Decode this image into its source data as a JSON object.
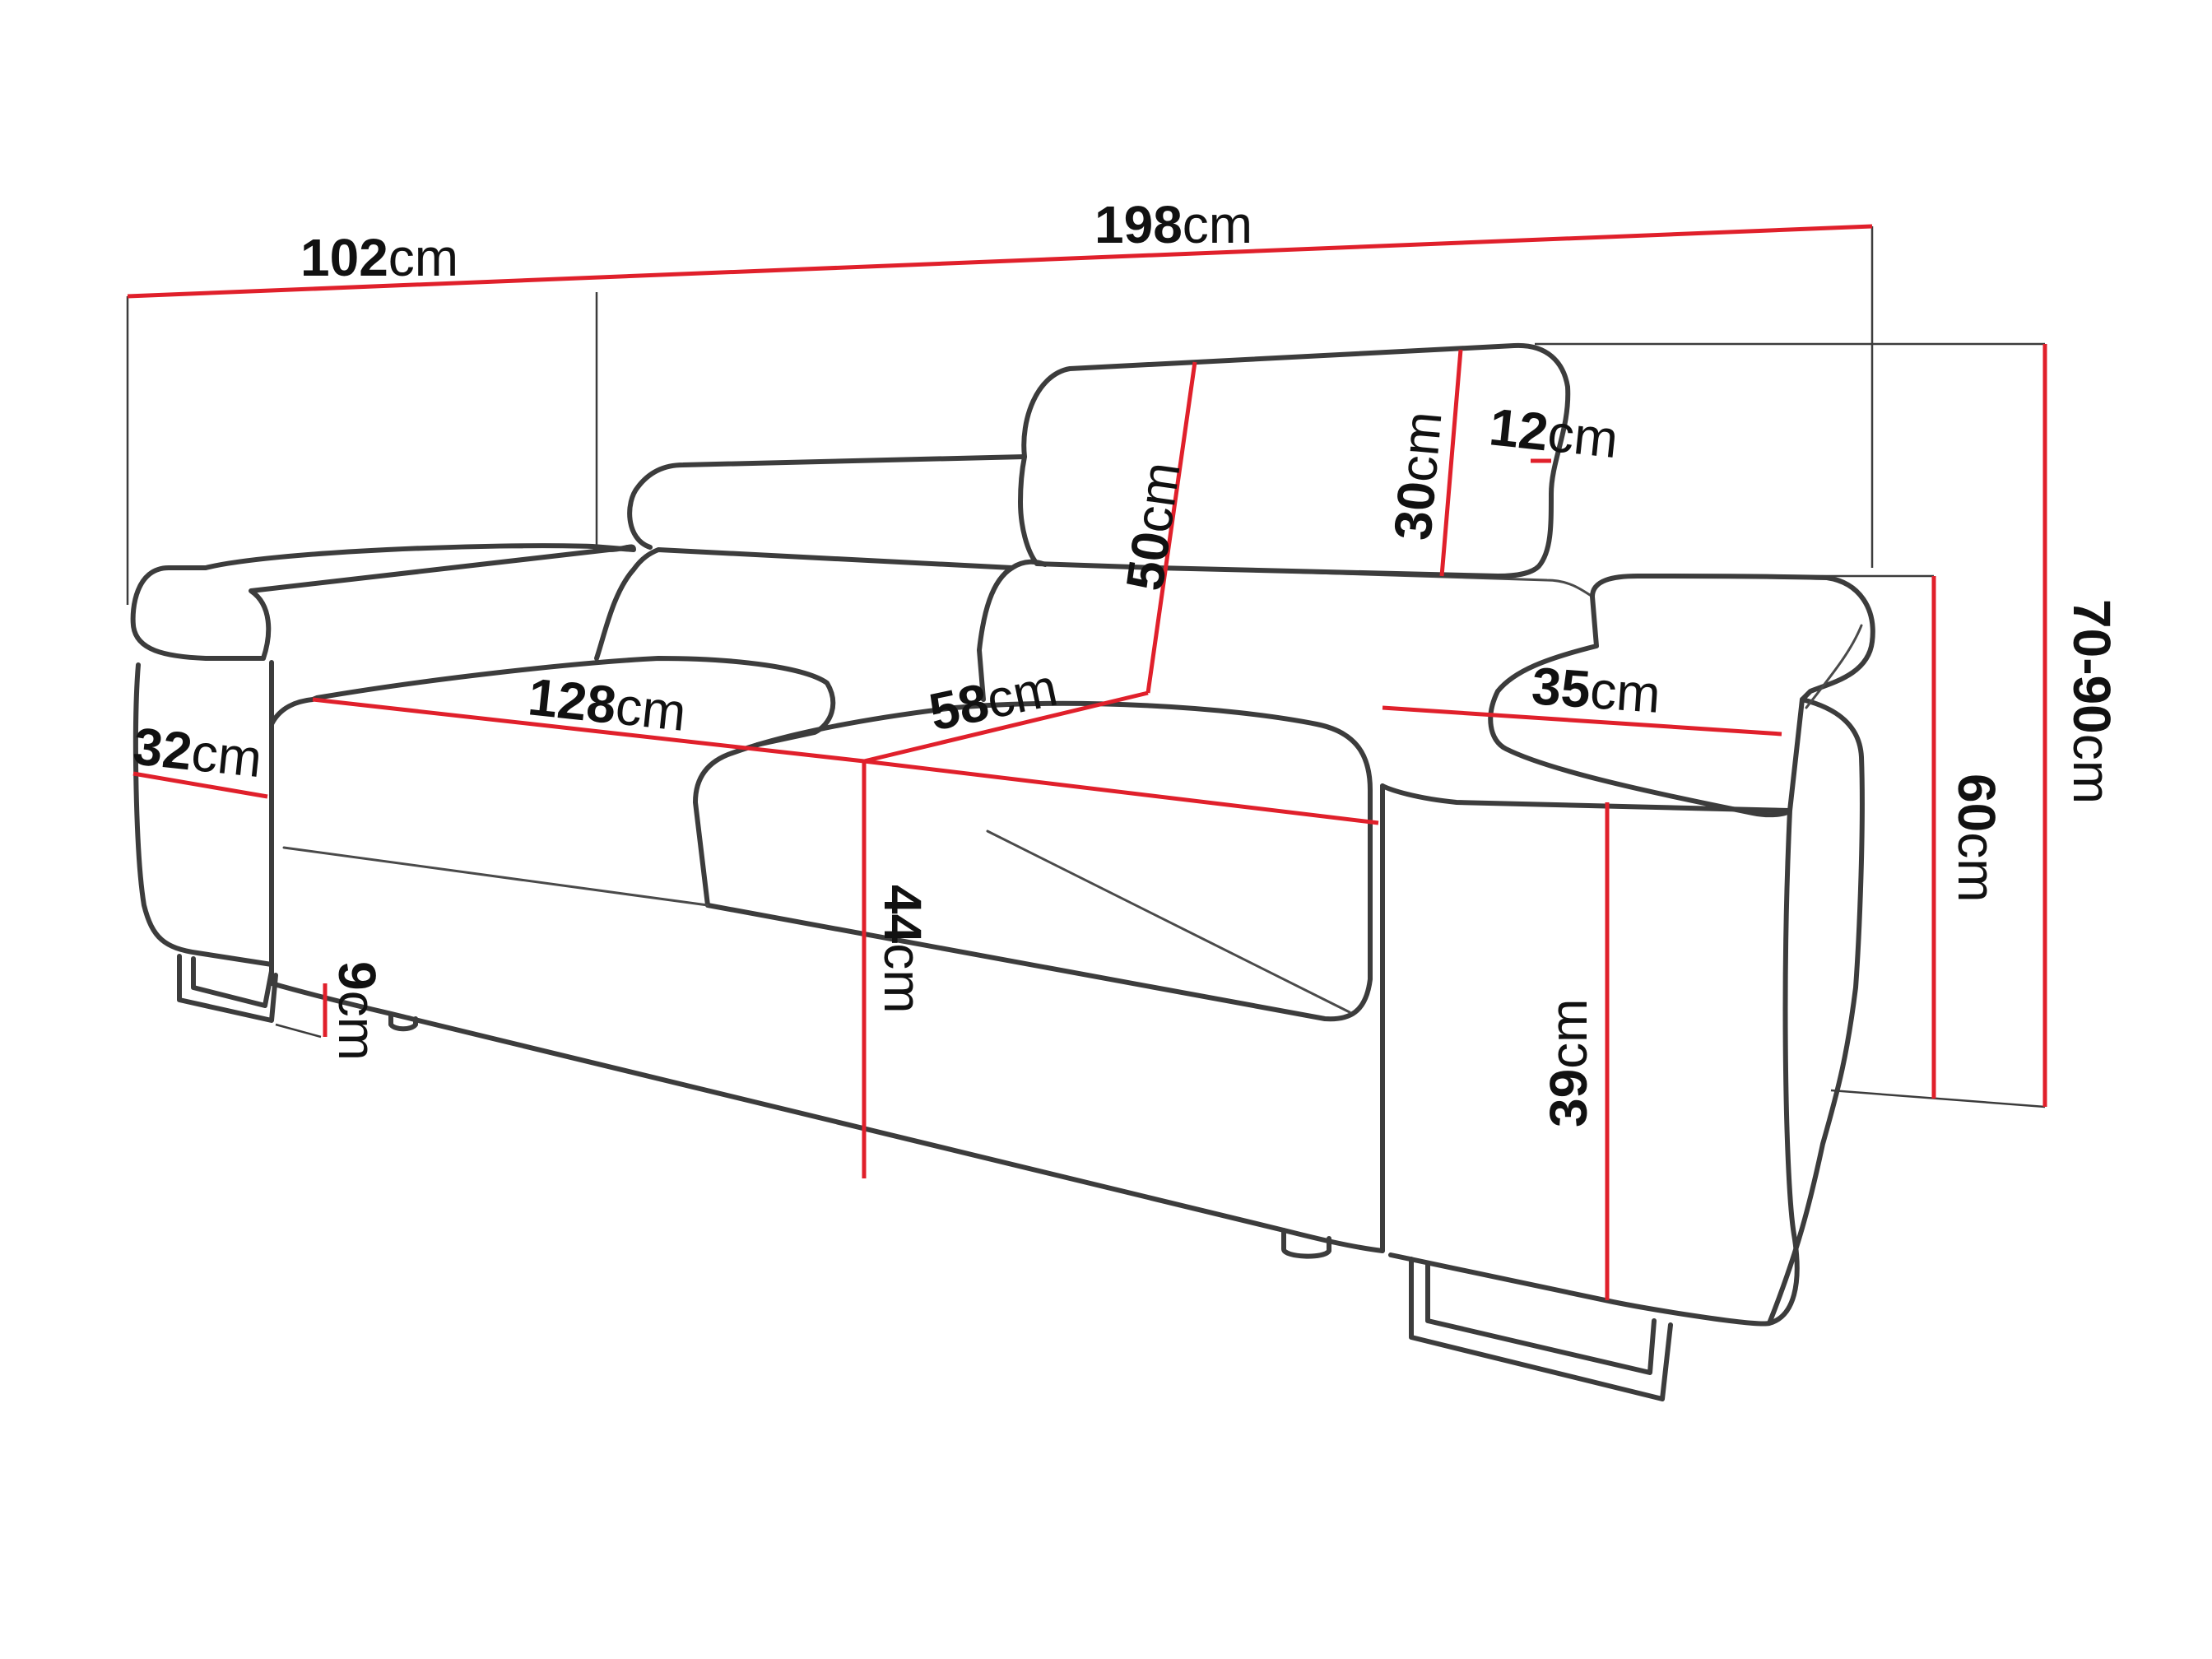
{
  "dimensions": {
    "total_width": {
      "value": "198",
      "unit": "cm"
    },
    "depth": {
      "value": "102",
      "unit": "cm"
    },
    "total_height": {
      "value": "70-90",
      "unit": "cm"
    },
    "armrest_height": {
      "value": "60",
      "unit": "cm"
    },
    "seat_width": {
      "value": "128",
      "unit": "cm"
    },
    "seat_depth": {
      "value": "58",
      "unit": "cm"
    },
    "back_height": {
      "value": "50",
      "unit": "cm"
    },
    "headrest_height": {
      "value": "30",
      "unit": "cm"
    },
    "headrest_depth": {
      "value": "12",
      "unit": "cm"
    },
    "armrest_width": {
      "value": "35",
      "unit": "cm"
    },
    "armrest_side_width": {
      "value": "32",
      "unit": "cm"
    },
    "seat_height": {
      "value": "44",
      "unit": "cm"
    },
    "base_height": {
      "value": "39",
      "unit": "cm"
    },
    "leg_height": {
      "value": "9",
      "unit": "cm"
    }
  },
  "colors": {
    "dimension_line": "#e0202b",
    "outline": "#3c3c3c"
  }
}
